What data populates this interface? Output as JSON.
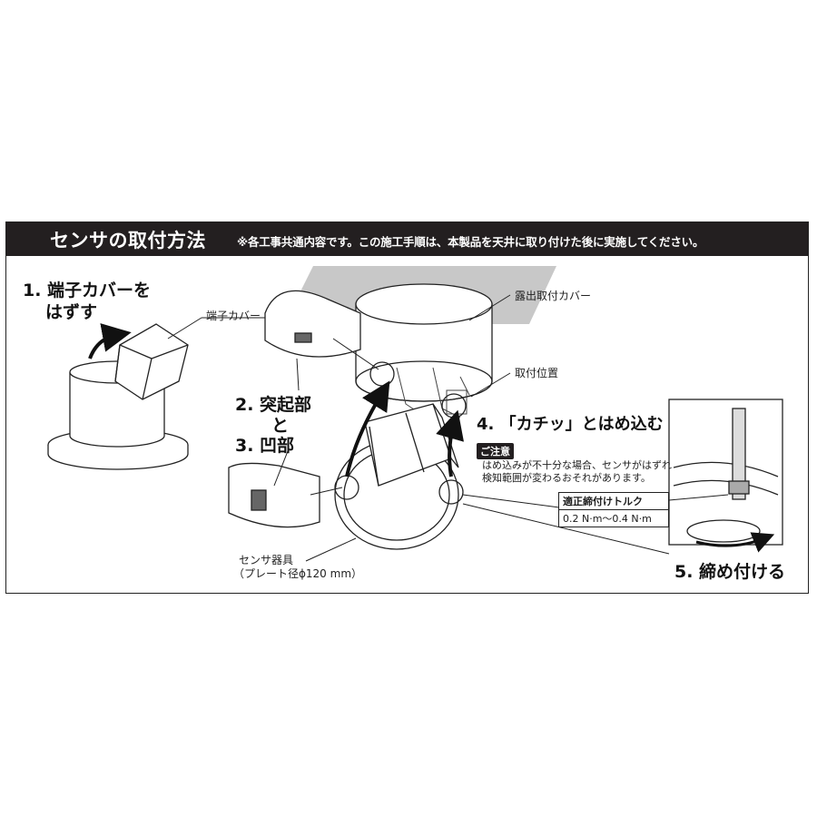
{
  "header": {
    "title": "センサの取付方法",
    "note": "※各工事共通内容です。この施工手順は、本製品を天井に取り付けた後に実施してください。"
  },
  "steps": {
    "step1_line1": "1. 端子カバーを",
    "step1_line2": "はずす",
    "step2": "2. 突起部",
    "and": "と",
    "step3": "3. 凹部",
    "step4": "4. 「カチッ」とはめ込む",
    "step5": "5. 締め付ける"
  },
  "labels": {
    "terminal_cover": "端子カバー",
    "exposed_cover": "露出取付カバー",
    "mount_position": "取付位置",
    "sensor_unit": "センサ器具",
    "plate_diameter": "（プレート径ϕ120 mm）"
  },
  "caution": {
    "badge": "ご注意",
    "text": "はめ込みが不十分な場合、センサがはずれ検知範囲が変わるおそれがあります。"
  },
  "torque": {
    "label": "適正締付けトルク",
    "value": "0.2 N·m〜0.4 N·m"
  },
  "colors": {
    "header_bg": "#231f20",
    "ceiling_gray": "#c8c8c8",
    "line": "#222222"
  }
}
